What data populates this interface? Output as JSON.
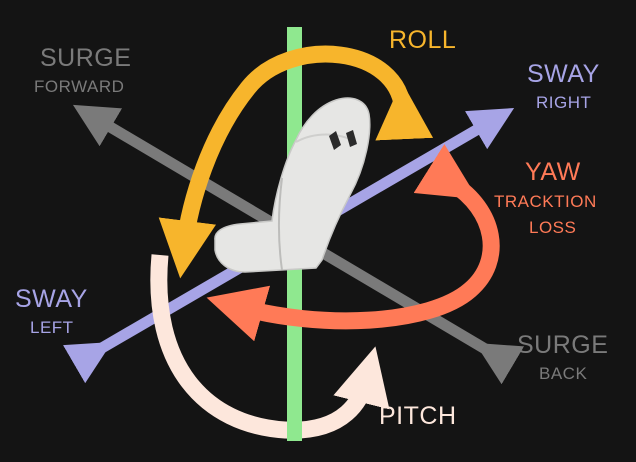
{
  "labels": {
    "roll": "ROLL",
    "surge_forward_title": "SURGE",
    "surge_forward_sub": "FORWARD",
    "sway_right_title": "SWAY",
    "sway_right_sub": "RIGHT",
    "yaw_title": "YAW",
    "yaw_sub_1": "TRACKTION",
    "yaw_sub_2": "LOSS",
    "sway_left_title": "SWAY",
    "sway_left_sub": "LEFT",
    "surge_back_title": "SURGE",
    "surge_back_sub": "BACK",
    "pitch": "PITCH"
  },
  "colors": {
    "background": "#141414",
    "surge": "#7a7a7a",
    "sway": "#a7a4e6",
    "heave_axis": "#8fe88f",
    "roll": "#f7b52c",
    "yaw": "#ff7a57",
    "pitch": "#fde7dc",
    "seat": "#e6e6e4"
  },
  "icons": {
    "seat": "racing-seat-icon"
  }
}
